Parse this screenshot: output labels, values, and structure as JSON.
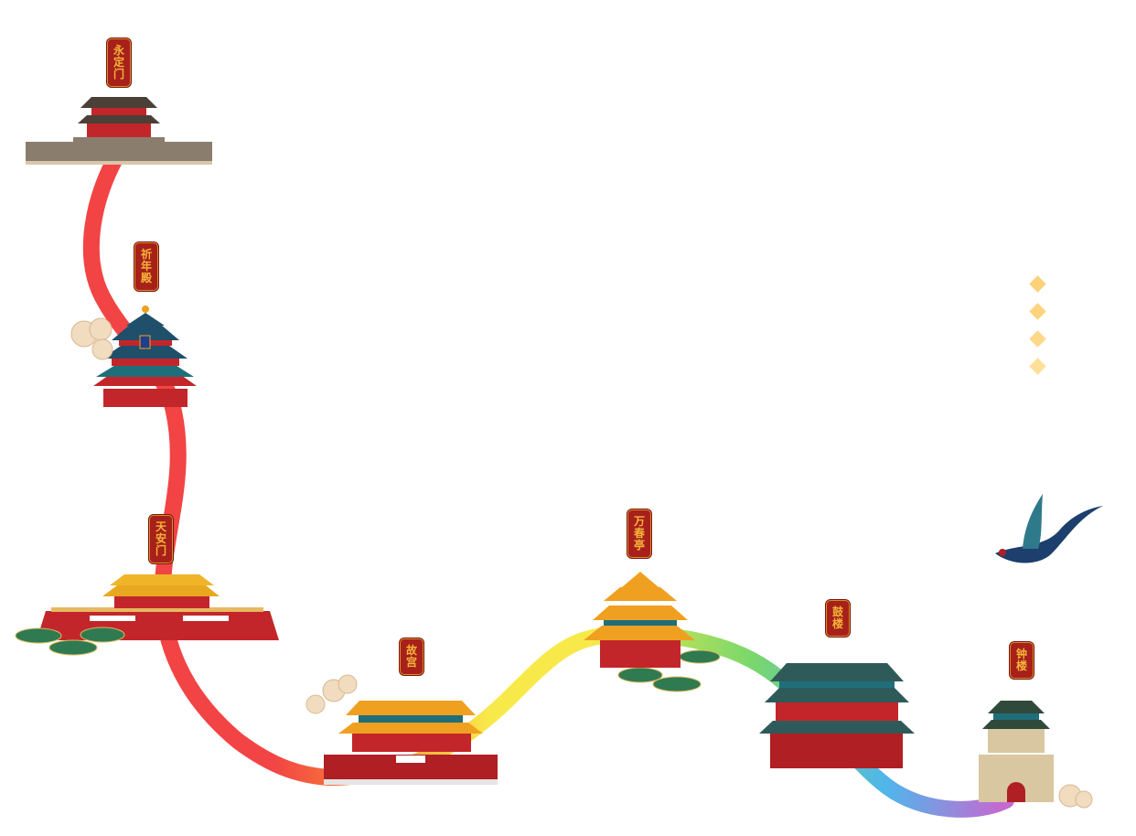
{
  "landmarks": [
    {
      "name": "永定门"
    },
    {
      "name": "祈年殿"
    },
    {
      "name": "天安门"
    },
    {
      "name": "故宫"
    },
    {
      "name": "万春亭"
    },
    {
      "name": "鼓楼"
    },
    {
      "name": "钟楼"
    }
  ],
  "colors": {
    "route_start": "#f24444",
    "route_mid": "#f8e94a",
    "route_end": "#c46ad0",
    "label_bg": "#a8201a",
    "label_text": "#f3b53a",
    "diamond": "#fdd47a"
  }
}
